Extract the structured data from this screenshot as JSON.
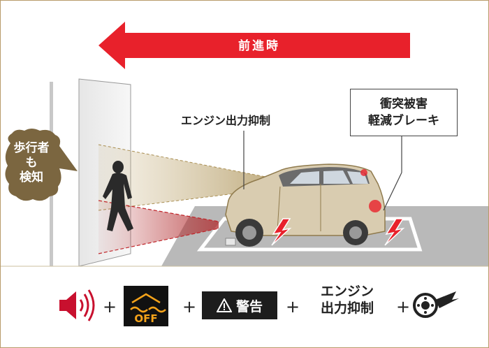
{
  "direction_label": "前進時",
  "engine_output_label": "エンジン出力抑制",
  "aeb_label": {
    "line1": "衝突被害",
    "line2": "軽減ブレーキ"
  },
  "pedestrian_badge": {
    "line1": "歩行者",
    "line2": "も",
    "line3": "検知"
  },
  "result_bar": {
    "plus": "+",
    "off_icon_text": "OFF",
    "warning_label": "警告",
    "engine_line1": "エンジン",
    "engine_line2": "出力抑制"
  },
  "colors": {
    "arrow_red": "#e8212b",
    "gold": "#8f7a4c",
    "badge_brown": "#7b6640",
    "car_beige": "#d9ccb0",
    "off_icon_orange": "#f5a31a",
    "road_gray": "#b9b9b9"
  },
  "icons": [
    "speaker-icon",
    "skid-off-icon",
    "warning-triangle-icon",
    "brake-disc-icon",
    "lightning-icon"
  ]
}
